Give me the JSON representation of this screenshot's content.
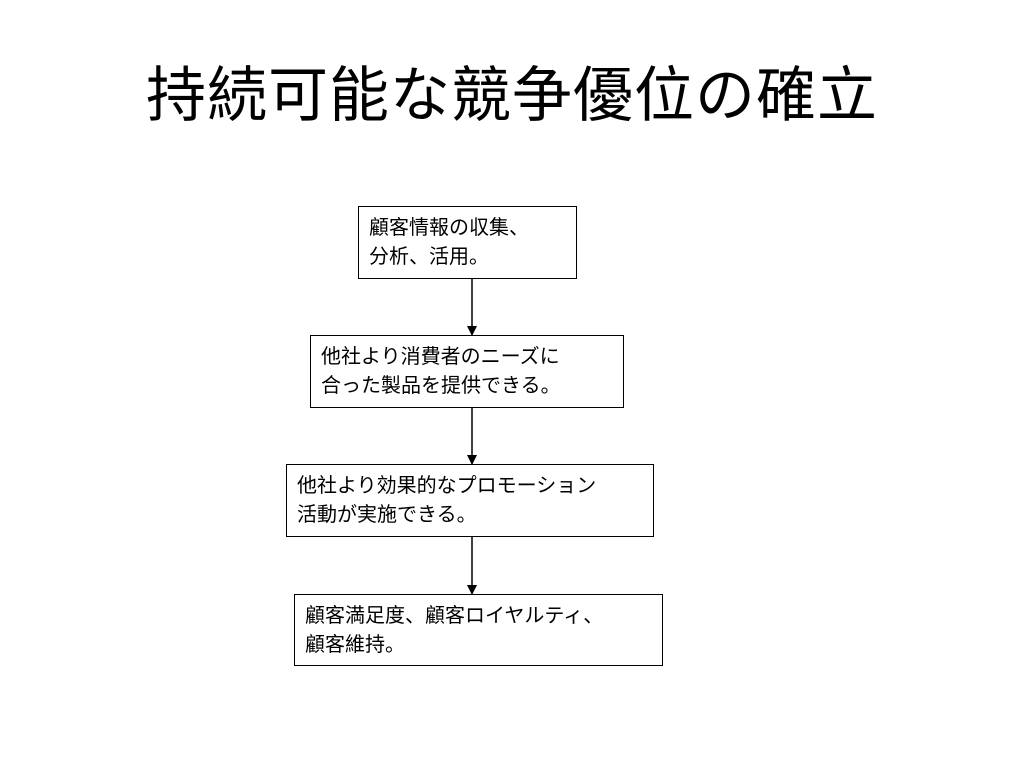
{
  "slide": {
    "title": "持続可能な競争優位の確立"
  },
  "flow": {
    "steps": [
      {
        "lines": [
          "顧客情報の収集、",
          "分析、活用。"
        ]
      },
      {
        "lines": [
          "他社より消費者のニーズに",
          "合った製品を提供できる。"
        ]
      },
      {
        "lines": [
          "他社より効果的なプロモーション",
          "活動が実施できる。"
        ]
      },
      {
        "lines": [
          "顧客満足度、顧客ロイヤルティ、",
          "顧客維持。"
        ]
      }
    ]
  },
  "colors": {
    "background": "#ffffff",
    "stroke": "#000000",
    "text": "#000000"
  }
}
